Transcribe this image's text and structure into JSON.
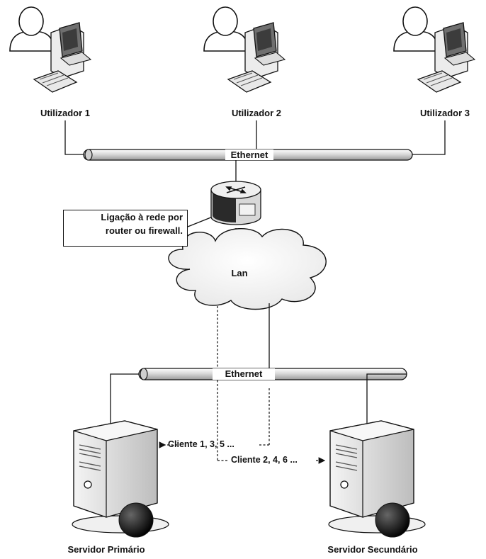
{
  "users": [
    {
      "label": "Utilizador 1"
    },
    {
      "label": "Utilizador 2"
    },
    {
      "label": "Utilizador 3"
    }
  ],
  "top_bus": {
    "label": "Ethernet"
  },
  "callout": {
    "line1": "Ligação à rede por",
    "line2": "router ou firewall."
  },
  "lan": {
    "label": "Lan"
  },
  "bottom_bus": {
    "label": "Ethernet"
  },
  "flows": {
    "primary": "Cliente 1, 3, 5 ...",
    "secondary": "Cliente 2, 4, 6 ..."
  },
  "servers": {
    "primary": {
      "label": "Servidor Primário"
    },
    "secondary": {
      "label": "Servidor Secundário"
    }
  }
}
